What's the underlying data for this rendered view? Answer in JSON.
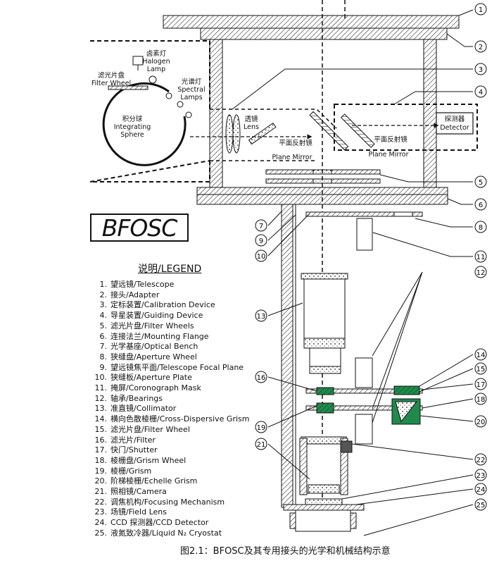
{
  "logo": "BFOSC",
  "legend": {
    "title": "说明/LEGEND",
    "items": [
      {
        "num": "1.",
        "label": "望远镜/Telescope"
      },
      {
        "num": "2.",
        "label": "接头/Adapter"
      },
      {
        "num": "3.",
        "label": "定标装置/Calibration Device"
      },
      {
        "num": "4.",
        "label": "导星装置/Guiding Device"
      },
      {
        "num": "5.",
        "label": "滤光片盘/Filter Wheels"
      },
      {
        "num": "6.",
        "label": "连接法兰/Mounting Flange"
      },
      {
        "num": "7.",
        "label": "光学基座/Optical Bench"
      },
      {
        "num": "8.",
        "label": "狭缝盘/Aperture Wheel"
      },
      {
        "num": "9.",
        "label": "望远镜焦平面/Telescope Focal Plane"
      },
      {
        "num": "10.",
        "label": "狭缝板/Aperture Plate"
      },
      {
        "num": "11.",
        "label": "掩屏/Coronograph Mask"
      },
      {
        "num": "12.",
        "label": "轴承/Bearings"
      },
      {
        "num": "13.",
        "label": "准直镜/Collimator"
      },
      {
        "num": "14.",
        "label": "横向色散棱栅/Cross-Dispersive Grism"
      },
      {
        "num": "15.",
        "label": "滤光片盘/Filter Wheel"
      },
      {
        "num": "16.",
        "label": "滤光片/Filter"
      },
      {
        "num": "17.",
        "label": "快门/Shutter"
      },
      {
        "num": "18.",
        "label": "棱栅盘/Grism Wheel"
      },
      {
        "num": "19.",
        "label": "棱栅/Grism"
      },
      {
        "num": "20.",
        "label": "阶梯棱栅/Echelle Grism"
      },
      {
        "num": "21.",
        "label": "照相镜/Camera"
      },
      {
        "num": "22.",
        "label": "调焦机构/Focusing Mechanism"
      },
      {
        "num": "23.",
        "label": "场镜/Field Lens"
      },
      {
        "num": "24.",
        "label": "CCD 探测器/CCD Detector"
      },
      {
        "num": "25.",
        "label": "液氮致冷器/Liquid N₂ Cryostat"
      }
    ]
  },
  "labels": {
    "halogen_cn": "卤素灯",
    "halogen_en_1": "Halogen",
    "halogen_en_2": "Lamp",
    "filter_wheel_cn": "滤光片盘",
    "filter_wheel_en": "Filter Wheel",
    "spectral_cn": "光谱灯",
    "spectral_en_1": "Spectral",
    "spectral_en_2": "Lamps",
    "sphere_cn": "积分球",
    "sphere_en_1": "Integrating",
    "sphere_en_2": "Sphere",
    "lens_cn": "透镜",
    "lens_en": "Lens",
    "plane_mirror_cn": "平面反射镜",
    "plane_mirror_en": "Plane Mirror",
    "plane_mirror_cn_2": "平面反射镜",
    "plane_mirror_en_2": "Plane Mirror",
    "detector_cn": "探测器",
    "detector_en": "Detector"
  },
  "callouts": [
    "1",
    "2",
    "3",
    "4",
    "5",
    "6",
    "7",
    "8",
    "9",
    "10",
    "11",
    "12",
    "13",
    "14",
    "15",
    "16",
    "17",
    "18",
    "19",
    "20",
    "21",
    "22",
    "23",
    "24",
    "25"
  ],
  "caption": "图2.1：BFOSC及其专用接头的光学和机械结构示意"
}
